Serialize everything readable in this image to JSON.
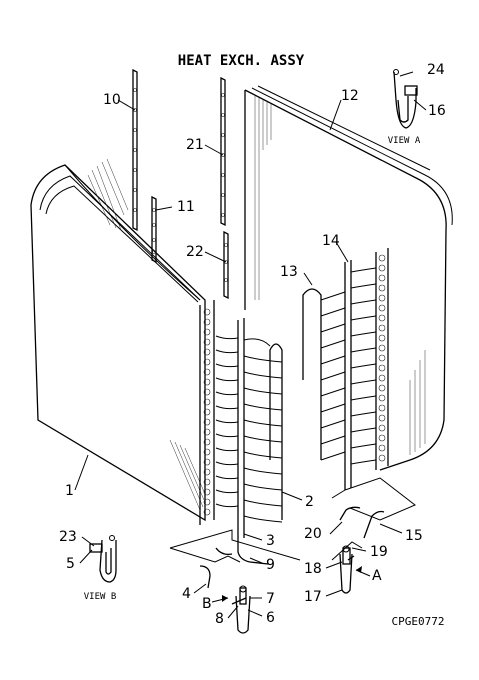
{
  "title": "HEAT EXCH. ASSY",
  "drawing_code": "CPGE0772",
  "view_a_label": "VIEW A",
  "view_b_label": "VIEW B",
  "arrow_a": "A",
  "arrow_b": "B",
  "callouts": {
    "c1": "1",
    "c2": "2",
    "c3": "3",
    "c4": "4",
    "c5": "5",
    "c6": "6",
    "c7": "7",
    "c8": "8",
    "c9": "9",
    "c10": "10",
    "c11": "11",
    "c12": "12",
    "c13": "13",
    "c14": "14",
    "c15": "15",
    "c16": "16",
    "c17": "17",
    "c18": "18",
    "c19": "19",
    "c20": "20",
    "c21": "21",
    "c22": "22",
    "c23": "23",
    "c24": "24"
  }
}
